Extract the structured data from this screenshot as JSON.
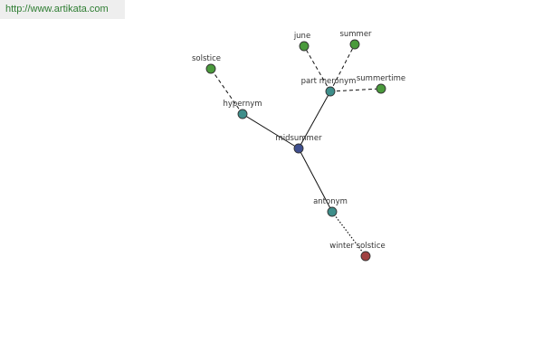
{
  "source": {
    "url_text": "http://www.artikata.com"
  },
  "colors": {
    "center": "#3f4f8f",
    "relation": "#3e8e8a",
    "leaf": "#4a9a3c",
    "antonym_leaf": "#a04040"
  },
  "graph": {
    "nodes": [
      {
        "id": "midsummer",
        "label": "midsummer",
        "kind": "center"
      },
      {
        "id": "hypernym",
        "label": "hypernym",
        "kind": "relation"
      },
      {
        "id": "part_meronym",
        "label": "part meronym",
        "kind": "relation"
      },
      {
        "id": "antonym",
        "label": "antonym",
        "kind": "relation"
      },
      {
        "id": "solstice",
        "label": "solstice",
        "kind": "leaf"
      },
      {
        "id": "june",
        "label": "june",
        "kind": "leaf"
      },
      {
        "id": "summer",
        "label": "summer",
        "kind": "leaf"
      },
      {
        "id": "summertime",
        "label": "summertime",
        "kind": "leaf"
      },
      {
        "id": "winter_solstice",
        "label": "winter solstice",
        "kind": "antonym_leaf"
      }
    ],
    "edges": [
      {
        "from": "midsummer",
        "to": "hypernym",
        "style": "solid"
      },
      {
        "from": "midsummer",
        "to": "part_meronym",
        "style": "solid"
      },
      {
        "from": "midsummer",
        "to": "antonym",
        "style": "solid"
      },
      {
        "from": "hypernym",
        "to": "solstice",
        "style": "dashed"
      },
      {
        "from": "part_meronym",
        "to": "june",
        "style": "dashed"
      },
      {
        "from": "part_meronym",
        "to": "summer",
        "style": "dashed"
      },
      {
        "from": "part_meronym",
        "to": "summertime",
        "style": "dashed"
      },
      {
        "from": "antonym",
        "to": "winter_solstice",
        "style": "dotted"
      }
    ]
  }
}
